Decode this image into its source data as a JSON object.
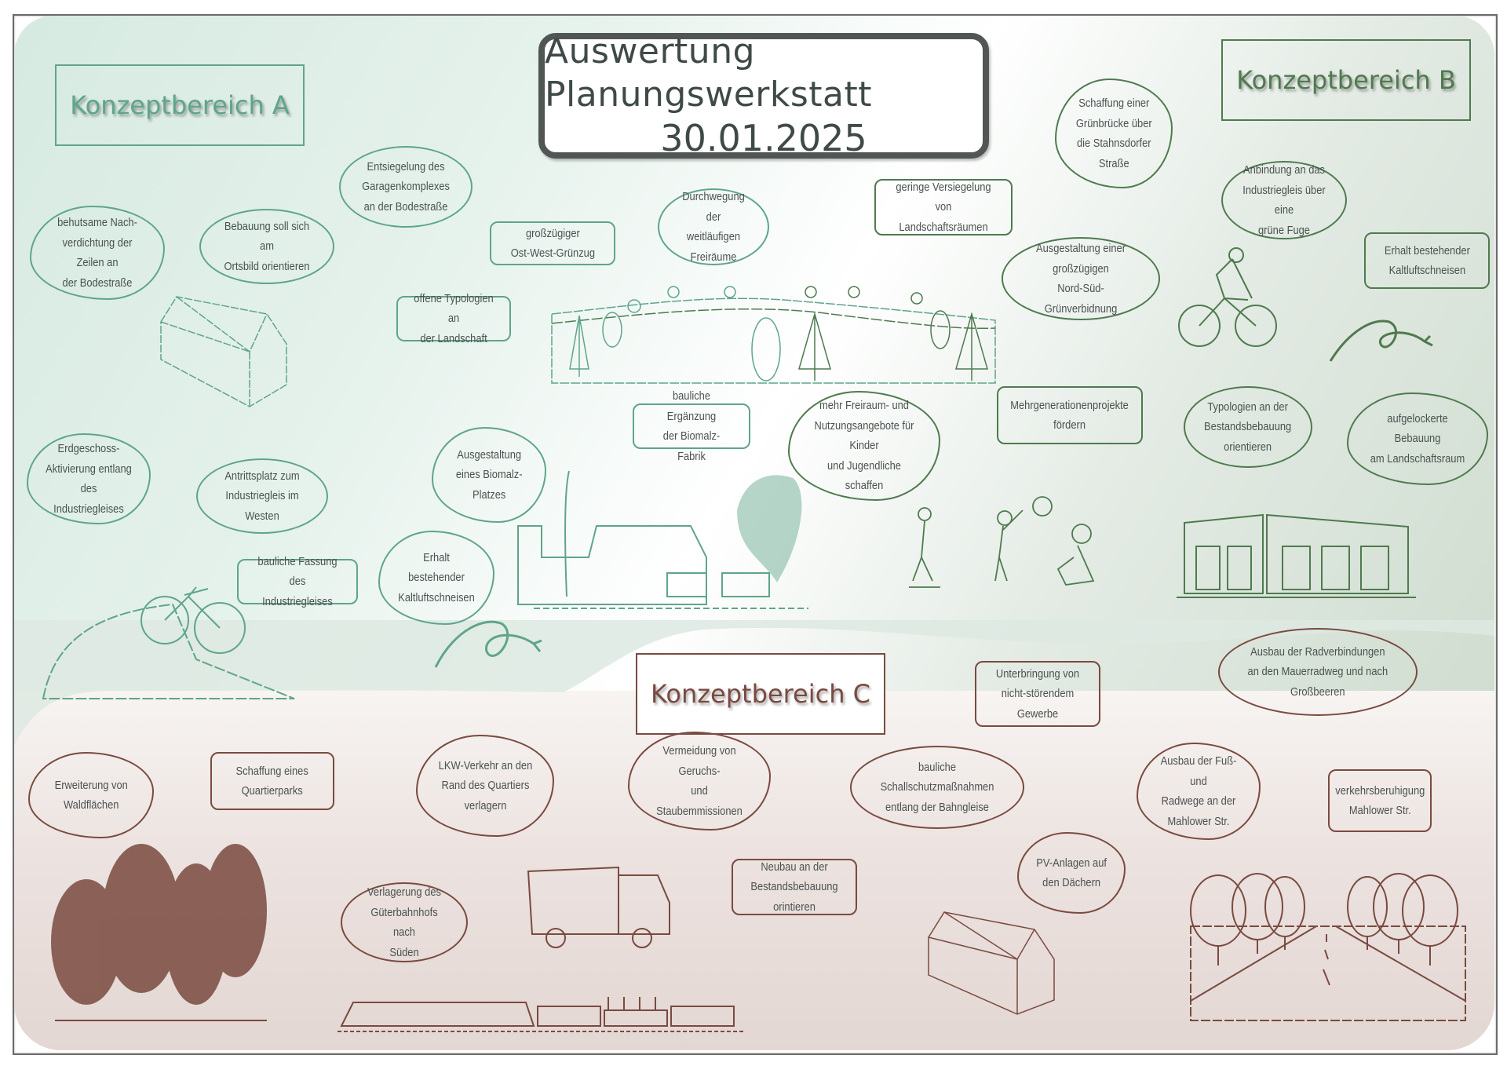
{
  "title": {
    "line1": "Auswertung Planungswerkstatt",
    "line2": "30.01.2025"
  },
  "colors": {
    "area_a": "#5fa58a",
    "area_b": "#4f7a4f",
    "area_c": "#7a4a40",
    "title_text": "#3f4a48",
    "body_text": "#4a5250"
  },
  "areas": {
    "a": {
      "heading": "Konzeptbereich A",
      "notes": [
        "Entsiegelung des\nGaragenkomplexes\nan der Bodestraße",
        "behutsame Nach-\nverdichtung der Zeilen an\nder Bodestraße",
        "Bebauung soll sich am\nOrtsbild orientieren",
        "großzügiger\nOst-West-Grünzug",
        "Durchwegung der\nweitläufigen\nFreiräume",
        "offene Typologien an\nder Landschaft",
        "Erdgeschoss-\nAktivierung entlang\ndes Industriegleises",
        "Antrittsplatz zum\nIndustriegleis im Westen",
        "Ausgestaltung\neines Biomalz-\nPlatzes",
        "bauliche Ergänzung\nder Biomalz-Fabrik",
        "bauliche Fassung\ndes Industriegleises",
        "Erhalt bestehender\nKaltluftschneisen"
      ]
    },
    "b": {
      "heading": "Konzeptbereich B",
      "notes": [
        "Schaffung einer\nGrünbrücke über\ndie Stahnsdorfer\nStraße",
        "geringe Versiegelung von\nLandschaftsräumen",
        "Anbindung an das\nIndustriegleis über eine\ngrüne Fuge",
        "Ausgestaltung einer\ngroßzügigen\nNord-Süd-Grünverbidnung",
        "Erhalt bestehender\nKaltluftschneisen",
        "mehr Freiraum- und\nNutzungsangebote für Kinder\nund Jugendliche schaffen",
        "Mehrgenerationenprojekte\nfördern",
        "Typologien an der\nBestandsbebauung\norientieren",
        "aufgelockerte Bebauung\nam Landschaftsraum"
      ]
    },
    "c": {
      "heading": "Konzeptbereich C",
      "notes": [
        "Erweiterung von\nWaldflächen",
        "Schaffung eines\nQuartierparks",
        "LKW-Verkehr an den\nRand des Quartiers\nverlagern",
        "Vermeidung von Geruchs-\nund Staubemmissionen",
        "bauliche Schallschutzmaßnahmen\nentlang der Bahngleise",
        "Unterbringung von\nnicht-störendem Gewerbe",
        "Ausbau der Radverbindungen\nan den Mauerradweg und nach\nGroßbeeren",
        "Ausbau der Fuß- und\nRadwege an der\nMahlower Str.",
        "verkehrsberuhigung\nMahlower Str.",
        "Verlagerung des\nGüterbahnhofs nach\nSüden",
        "Neubau an der\nBestandsbebauung orintieren",
        "PV-Anlagen auf\nden Dächern"
      ]
    }
  }
}
